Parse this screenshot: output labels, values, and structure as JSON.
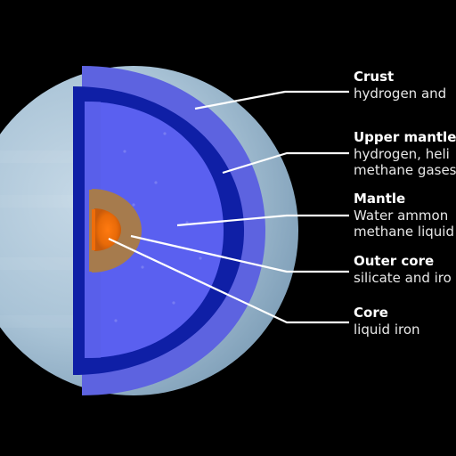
{
  "colors": {
    "background": "#000000",
    "planet_surface": "#aec8da",
    "crust": "#5d63e0",
    "upper_mantle": "#0f1fa6",
    "mantle": "#5a60f0",
    "outer_core": "#a67b4d",
    "core": "#ee6d0a",
    "leader_line": "#ffffff",
    "label_text": "#ffffff"
  },
  "layers": [
    {
      "name": "Crust",
      "description": [
        "hydrogen and"
      ]
    },
    {
      "name": "Upper mantle",
      "description": [
        "hydrogen, heli",
        "methane gases"
      ]
    },
    {
      "name": "Mantle",
      "description": [
        "Water ammon",
        "methane liquid"
      ]
    },
    {
      "name": "Outer core",
      "description": [
        "silicate and iro"
      ]
    },
    {
      "name": "Core",
      "description": [
        "liquid iron"
      ]
    }
  ]
}
